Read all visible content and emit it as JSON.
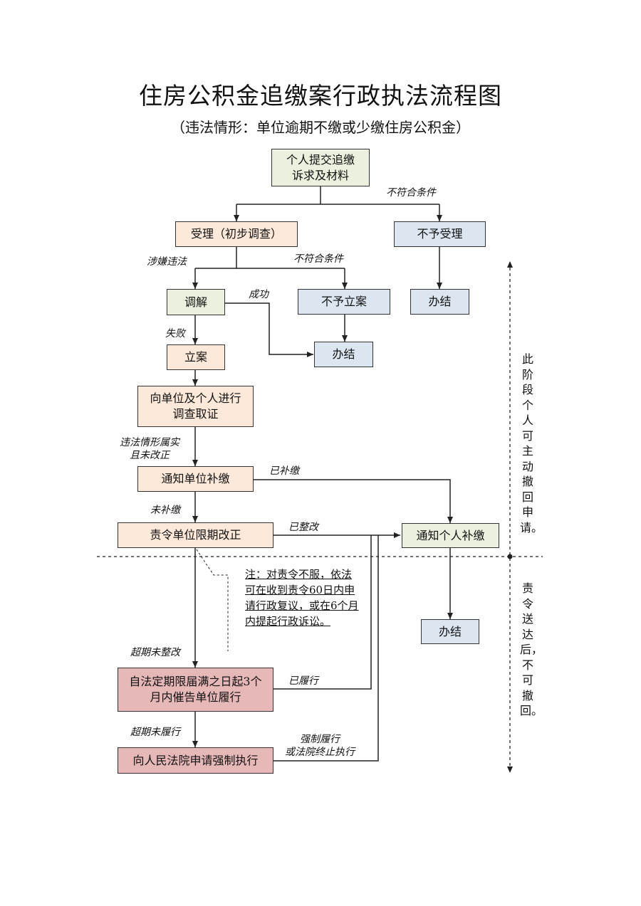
{
  "title": "住房公积金追缴案行政执法流程图",
  "subtitle": "（违法情形：单位逾期不缴或少缴住房公积金）",
  "nodes": {
    "submit": "个人提交追缴\n诉求及材料",
    "accept": "受理（初步调查）",
    "reject_accept": "不予受理",
    "close1": "办结",
    "mediate": "调解",
    "no_case": "不予立案",
    "close2": "办结",
    "file_case": "立案",
    "investigate": "向单位及个人进行\n调查取证",
    "notify_unit": "通知单位补缴",
    "order_correct": "责令单位限期改正",
    "notify_person": "通知个人补缴",
    "close3": "办结",
    "urge": "自法定期限届满之日起3个\n月内催告单位履行",
    "court": "向人民法院申请强制执行"
  },
  "labels": {
    "not_meet_1": "不符合条件",
    "suspected": "涉嫌违法",
    "not_meet_2": "不符合条件",
    "success": "成功",
    "fail": "失败",
    "confirmed": "违法情形属实\n且未改正",
    "paid": "已补缴",
    "not_paid": "未补缴",
    "corrected": "已整改",
    "overdue_uncorrected": "超期未整改",
    "fulfilled": "已履行",
    "overdue_unfulfilled": "超期未履行",
    "enforced": "强制履行\n或法院终止执行"
  },
  "note": "注：对责令不服，依法可在收到责令60日内申请行政复议，或在6个月内提起行政诉讼。",
  "side": {
    "upper": "此阶段个人可主动撤回申请。",
    "lower": "责令送达后，不可撤回。"
  },
  "colors": {
    "green": "#ebf1de",
    "orange": "#fde9d9",
    "blue": "#dce6f1",
    "red": "#e6b8b7",
    "line": "#222222"
  }
}
